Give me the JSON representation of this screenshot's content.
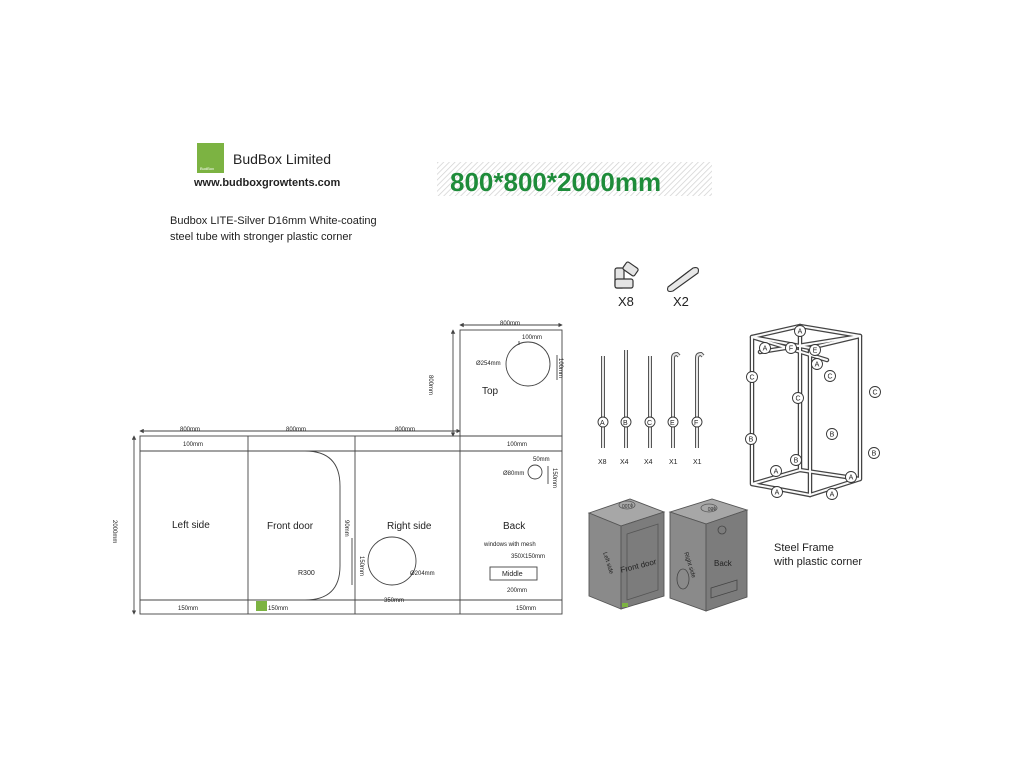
{
  "header": {
    "logo_text": "BudBox",
    "company_name": "BudBox Limited",
    "website": "www.budboxgrowtents.com",
    "size_banner": "800*800*2000mm",
    "description_line1": "Budbox LITE-Silver D16mm White-coating",
    "description_line2": "steel tube with stronger plastic corner"
  },
  "colors": {
    "brand_green": "#7cb342",
    "banner_green": "#1e8c3a",
    "panel_gray": "#8c8c8c",
    "line": "#444444"
  },
  "panels": {
    "left_side": {
      "label": "Left side",
      "width": "800mm",
      "top_margin": "100mm",
      "bottom_margin": "150mm",
      "height": "2000mm"
    },
    "front_door": {
      "label": "Front door",
      "width": "800mm",
      "radius": "R300",
      "side_dim": "90mm",
      "bottom_margin": "150mm"
    },
    "right_side": {
      "label": "Right side",
      "width": "800mm",
      "port_diameter": "Ø204mm",
      "port_offset_bottom": "350mm",
      "port_offset_side": "150mm"
    },
    "back": {
      "label": "Back",
      "top_margin": "100mm",
      "vent_offset_top": "50mm",
      "vent_offset_side": "150mm",
      "vent_diameter": "Ø80mm",
      "window_text": "windows with mesh",
      "window_size": "350X150mm",
      "window_label": "Middle",
      "window_offset_bottom": "200mm",
      "bottom_margin": "150mm"
    },
    "top": {
      "label": "Top",
      "width": "800mm",
      "depth": "800mm",
      "port_diameter": "Ø254mm",
      "offset_top": "100mm",
      "offset_side": "100mm"
    }
  },
  "parts": {
    "corner_count": "X8",
    "strap_count": "X2",
    "tubes": [
      {
        "letter": "A",
        "count": "X8"
      },
      {
        "letter": "B",
        "count": "X4"
      },
      {
        "letter": "C",
        "count": "X4"
      },
      {
        "letter": "E",
        "count": "X1"
      },
      {
        "letter": "F",
        "count": "X1"
      }
    ]
  },
  "tent_views": {
    "front_label": "Front door",
    "left_label": "Left side",
    "right_label": "Right side",
    "back_label": "Back",
    "top_front_port": "ɸ100",
    "top_back_port": "ɸ80"
  },
  "frame": {
    "caption_line1": "Steel Frame",
    "caption_line2": "with plastic corner"
  }
}
